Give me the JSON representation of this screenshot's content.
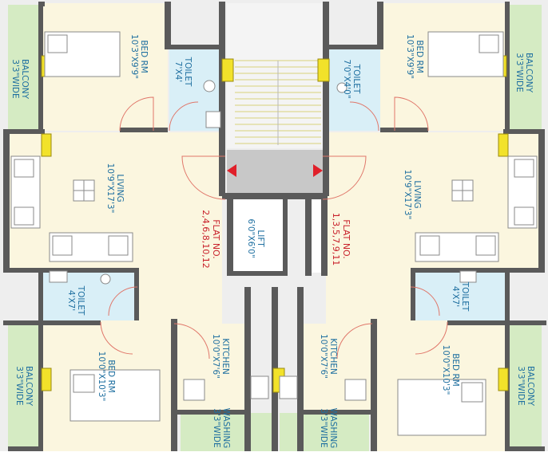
{
  "rooms": {
    "bed_tl": {
      "name": "BED RM",
      "size": "10'3\"X9'9\""
    },
    "bed_tr": {
      "name": "BED RM",
      "size": "10'3\"X9'9\""
    },
    "bed_bl": {
      "name": "BED RM",
      "size": "10'0\"X10'3\""
    },
    "bed_br": {
      "name": "BED RM",
      "size": "10'0\"X10'3\""
    },
    "toilet_tl": {
      "name": "TOILET",
      "size": "7'X4'"
    },
    "toilet_tr": {
      "name": "TOILET",
      "size": "7'0\"X4'0\""
    },
    "toilet_bl": {
      "name": "TOILET",
      "size": "4'X7'"
    },
    "toilet_br": {
      "name": "TOILET",
      "size": "4'X7'"
    },
    "living_l": {
      "name": "LIVING",
      "size": "10'9\"X17'3\""
    },
    "living_r": {
      "name": "LIVING",
      "size": "10'9\"X17'3\""
    },
    "kitchen_l": {
      "name": "KITCHEN",
      "size": "10'0\"X7'6\""
    },
    "kitchen_r": {
      "name": "KITCHEN",
      "size": "10'0\"X7'6\""
    },
    "lift": {
      "name": "LIFT",
      "size": "6'0\"X6'0\""
    },
    "balcony_tl": {
      "name": "BALCONY",
      "size": "3'3\"WIDE"
    },
    "balcony_tr": {
      "name": "BALCONY",
      "size": "3'3\"WIDE"
    },
    "balcony_bl": {
      "name": "BALCONY",
      "size": "3'3\"WIDE"
    },
    "balcony_br": {
      "name": "BALCONY",
      "size": "3'3\"WIDE"
    },
    "washing_l": {
      "name": "WASHING",
      "size": "3'3\"WIDE"
    },
    "washing_r": {
      "name": "WASHING",
      "size": "3'3\"WIDE"
    }
  },
  "flats": {
    "left": {
      "title": "FLAT NO.",
      "numbers": "2,4,6,8,10,12"
    },
    "right": {
      "title": "FLAT NO.",
      "numbers": "1,3,5,7,9,11"
    }
  },
  "colors": {
    "floor": "#fbf6df",
    "wet": "#d9eff7",
    "balcony": "#d5ebc3",
    "wall": "#5a5a5a",
    "lobby": "#c8c8c8",
    "window": "#f2e22a",
    "label": "#1e6fa0",
    "flat_label": "#c8202a",
    "door": "#e0776a"
  }
}
